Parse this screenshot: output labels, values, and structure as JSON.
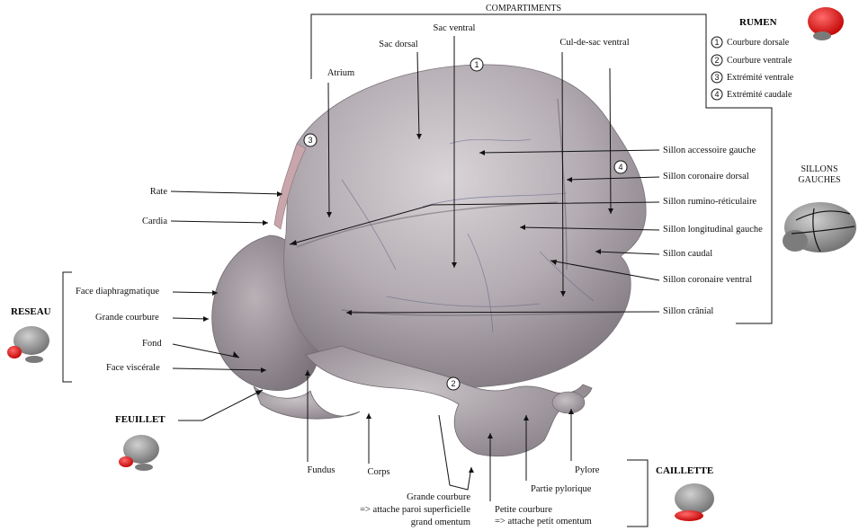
{
  "header": {
    "compartments": "COMPARTIMENTS"
  },
  "rumen": {
    "title": "RUMEN",
    "legend": [
      {
        "num": "1",
        "text": "Courbure dorsale"
      },
      {
        "num": "2",
        "text": "Courbure ventrale"
      },
      {
        "num": "3",
        "text": "Extrémité ventrale"
      },
      {
        "num": "4",
        "text": "Extrémité caudale"
      }
    ]
  },
  "sillons": {
    "line1": "SILLONS",
    "line2": "GAUCHES"
  },
  "labels": {
    "sac_ventral": "Sac ventral",
    "sac_dorsal": "Sac dorsal",
    "cul_de_sac": "Cul-de-sac ventral",
    "atrium": "Atrium",
    "rate": "Rate",
    "cardia": "Cardia",
    "sillon_accessoire": "Sillon accessoire gauche",
    "sillon_coronaire_dorsal": "Sillon coronaire dorsal",
    "sillon_rumino": "Sillon rumino-réticulaire",
    "sillon_longitudinal": "Sillon longitudinal gauche",
    "sillon_caudal": "Sillon caudal",
    "sillon_coronaire_ventral": "Sillon coronaire ventral",
    "sillon_cranial": "Sillon crânial",
    "face_diaphragmatique": "Face diaphragmatique",
    "grande_courbure_reseau": "Grande courbure",
    "fond": "Fond",
    "face_viscerale": "Face viscérale",
    "fundus": "Fundus",
    "corps": "Corps",
    "grande_courbure_1": "Grande courbure",
    "grande_courbure_2": "=> attache paroi superficielle",
    "grande_courbure_3": "grand omentum",
    "petite_courbure_1": "Petite courbure",
    "petite_courbure_2": "=> attache petit omentum",
    "partie_pylorique": "Partie pylorique",
    "pylore": "Pylore"
  },
  "sections": {
    "reseau": "RESEAU",
    "feuillet": "FEUILLET",
    "caillette": "CAILLETTE"
  },
  "markers": {
    "m1": "1",
    "m2": "2",
    "m3": "3",
    "m4": "4"
  },
  "colors": {
    "stomach": "#a59ea3",
    "highlight": "#e01818",
    "thumb": "#8c8c8c"
  }
}
